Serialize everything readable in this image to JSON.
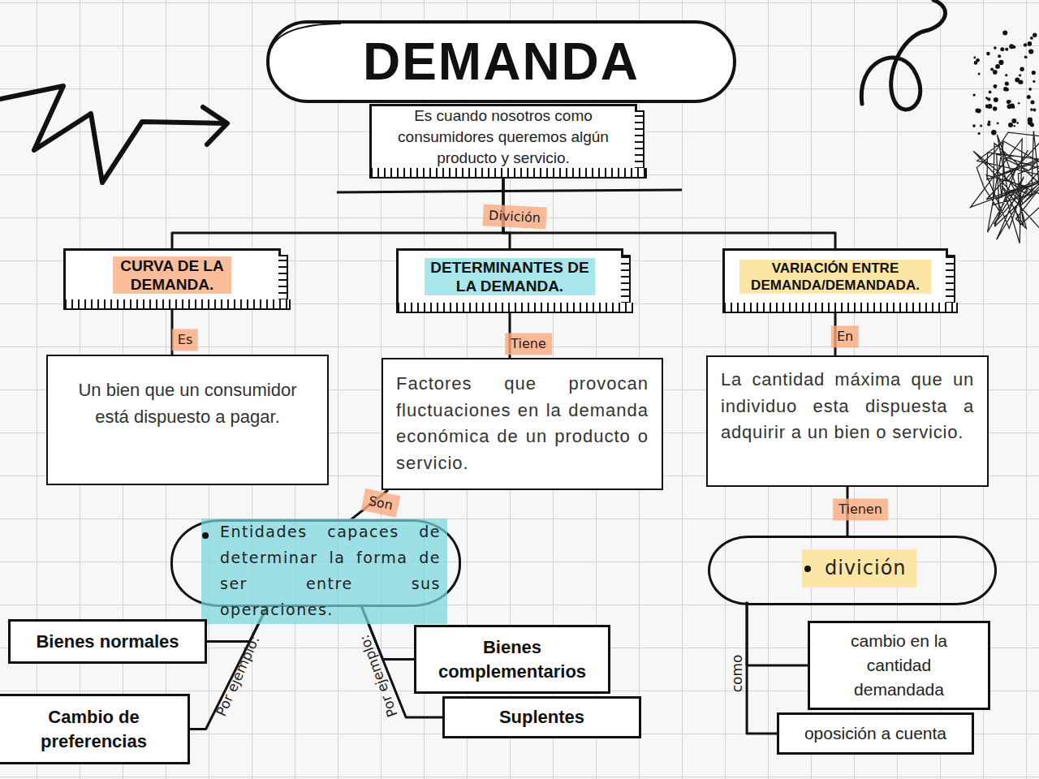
{
  "diagram": {
    "title": "DEMANDA",
    "nodes": [
      {
        "text": [
          "Es cuando nosotros como consumidores queremos algún producto y servicio."
        ]
      },
      {
        "text": [
          "CURVA DE LA DEMANDA."
        ]
      },
      {
        "text": [
          "DETERMINANTES DE LA DEMANDA."
        ]
      },
      {
        "text": [
          "VARIACIÓN ENTRE DEMANDA/DEMANDADA."
        ]
      },
      {
        "text": [
          "Un bien que un consumidor está dispuesto a pagar."
        ]
      },
      {
        "text": [
          "Factores que provocan fluctuaciones en la demanda económica de un producto o servicio."
        ]
      },
      {
        "text": [
          "La cantidad máxima que un individuo esta dispuesta a adquirir a un bien o servicio."
        ]
      },
      {
        "text": [
          "Entidades capaces de determinar la forma de ser entre sus operaciones."
        ]
      },
      {
        "text": [
          "divición"
        ]
      },
      {
        "text": [
          "Bienes normales"
        ]
      },
      {
        "text": [
          "Bienes complementarios"
        ]
      },
      {
        "text": [
          "cambio en la cantidad demandada"
        ]
      },
      {
        "text": [
          "Cambio de preferencias"
        ]
      },
      {
        "text": [
          "Suplentes"
        ]
      },
      {
        "text": [
          "oposición a cuenta"
        ]
      }
    ],
    "edges": [
      {
        "from": 0,
        "to": 1,
        "arrow": "none"
      },
      {
        "from": 0,
        "to": 2,
        "label": "Divición",
        "arrow": "none"
      },
      {
        "from": 0,
        "to": 3,
        "arrow": "none"
      },
      {
        "from": 1,
        "to": 4,
        "label": "Es",
        "arrow": "none"
      },
      {
        "from": 2,
        "to": 5,
        "label": "Tiene",
        "arrow": "none"
      },
      {
        "from": 3,
        "to": 6,
        "label": "En",
        "arrow": "none"
      },
      {
        "from": 5,
        "to": 7,
        "label": "Son",
        "arrow": "none"
      },
      {
        "from": 6,
        "to": 8,
        "label": "Tienen",
        "arrow": "none"
      },
      {
        "from": 7,
        "to": 9,
        "label": "Por ejemplo:",
        "arrow": "none"
      },
      {
        "from": 7,
        "to": 12,
        "arrow": "none"
      },
      {
        "from": 7,
        "to": 10,
        "label": "Por ejemplo:",
        "arrow": "none"
      },
      {
        "from": 7,
        "to": 13,
        "arrow": "none"
      },
      {
        "from": 8,
        "to": 11,
        "label": "como",
        "arrow": "none"
      },
      {
        "from": 8,
        "to": 14,
        "arrow": "none"
      }
    ]
  }
}
